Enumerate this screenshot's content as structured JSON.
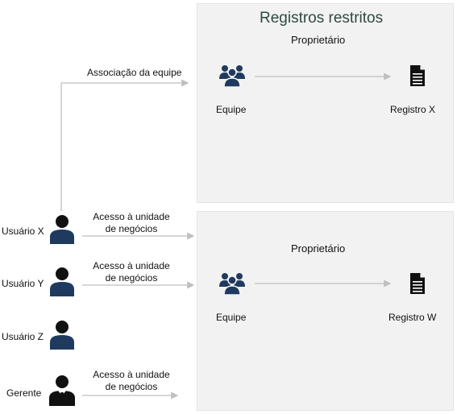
{
  "restricted_panel": {
    "title": "Registros restritos",
    "owner_label": "Proprietário",
    "team_label": "Equipe",
    "record_label": "Registro X"
  },
  "bu_panel": {
    "owner_label": "Proprietário",
    "team_label": "Equipe",
    "record_label": "Registro W"
  },
  "team_membership_label": "Associação da equipe",
  "users": [
    {
      "label": "Usuário X",
      "access_label": "Acesso à unidade\nde negócios"
    },
    {
      "label": "Usuário Y",
      "access_label": "Acesso à unidade\nde negócios"
    },
    {
      "label": "Usuário Z"
    },
    {
      "label": "Gerente",
      "access_label": "Acesso à unidade\nde negócios"
    }
  ],
  "colors": {
    "panel_bg": "#f2f2f2",
    "title": "#2e4a3f",
    "team_icon": "#1e3a5f",
    "user_icon": "#1e3a5f",
    "connector": "#bfbfbf"
  },
  "icons": {
    "team": "team-icon",
    "record": "document-icon",
    "user": "person-icon",
    "manager": "manager-icon"
  }
}
